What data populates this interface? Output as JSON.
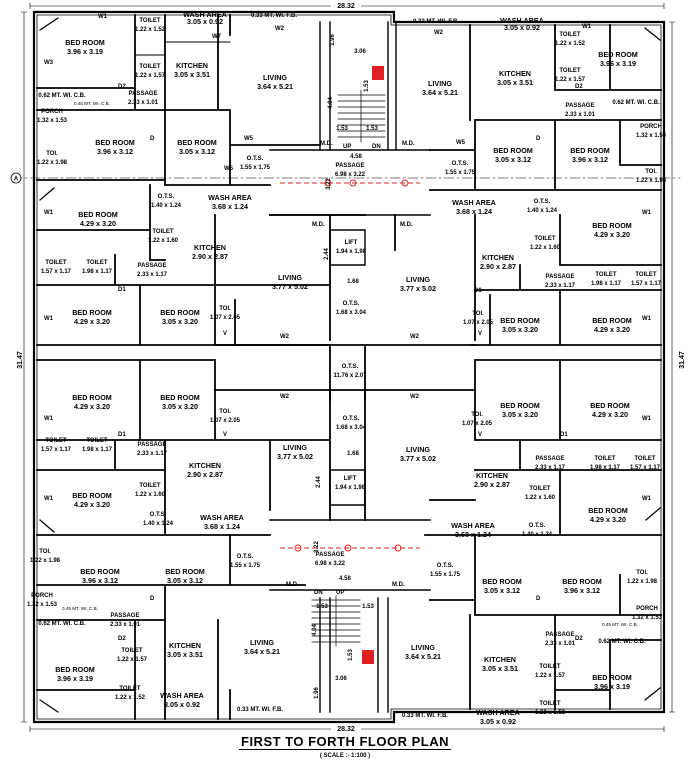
{
  "title": "FIRST TO FORTH  FLOOR PLAN",
  "scale": "( SCALE :- 1:100 )",
  "dims": {
    "width": "28.32",
    "height": "31.47",
    "lift_core_w": "3.06",
    "lift_core_h": "1.96",
    "stair_w": "4.58",
    "stair_h": "3.22",
    "stair_side": "4.04",
    "core_left": "1.53",
    "core_right": "1.53",
    "core_mid": "1.53",
    "lift_gap": "2.44",
    "ots_gap": "1.68",
    "grid_a": "A"
  },
  "marks": {
    "up": "UP",
    "dn": "DN",
    "md": "M.D.",
    "w": "W",
    "w1": "W1",
    "w2": "W2",
    "w3": "W3",
    "w5": "W5",
    "w7": "W7",
    "d": "D",
    "d1": "D1",
    "d2": "D2",
    "v": "V"
  },
  "rooms": [
    {
      "id": "q1-bed1",
      "name": "BED ROOM",
      "dim": "3.96 x 3.19"
    },
    {
      "id": "q1-toilet1",
      "name": "TOILET",
      "dim": "1.22 x 1.52"
    },
    {
      "id": "q1-toilet2",
      "name": "TOILET",
      "dim": "1.22 x 1.57"
    },
    {
      "id": "q1-wash",
      "name": "WASH AREA",
      "dim": "3.05 x 0.92"
    },
    {
      "id": "q1-fb",
      "name": "0.33 MT. WI. F.B.",
      "dim": ""
    },
    {
      "id": "q1-kitchen",
      "name": "KITCHEN",
      "dim": "3.05 x 3.51"
    },
    {
      "id": "q1-living",
      "name": "LIVING",
      "dim": "3.64 x 5.21"
    },
    {
      "id": "q1-passage",
      "name": "PASSAGE",
      "dim": "2.33 x 1.01"
    },
    {
      "id": "q1-cb",
      "name": "0.62 MT. WI. C.B.",
      "dim": ""
    },
    {
      "id": "q1-cb2",
      "name": "0.45 MT. WI. C.B.",
      "dim": ""
    },
    {
      "id": "q1-porch",
      "name": "PORCH",
      "dim": "1.32 x 1.53"
    },
    {
      "id": "q1-bed2",
      "name": "BED ROOM",
      "dim": "3.96 x 3.12"
    },
    {
      "id": "q1-bed3",
      "name": "BED ROOM",
      "dim": "3.05 x 3.12"
    },
    {
      "id": "q1-toi",
      "name": "TOI.",
      "dim": "1.22 x 1.98"
    },
    {
      "id": "q1-ots",
      "name": "O.T.S.",
      "dim": "1.55 x 1.75"
    },
    {
      "id": "core-passage-top",
      "name": "PASSAGE",
      "dim": "6.98 x 3.22"
    },
    {
      "id": "q2-bed1",
      "name": "BED ROOM",
      "dim": "3.96 x 3.19"
    },
    {
      "id": "q2-toilet1",
      "name": "TOILET",
      "dim": "1.22 x 1.52"
    },
    {
      "id": "q2-toilet2",
      "name": "TOILET",
      "dim": "1.22 x 1.57"
    },
    {
      "id": "q2-wash",
      "name": "WASH AREA",
      "dim": "3.05 x 0.92"
    },
    {
      "id": "q2-fb",
      "name": "0.33 MT. WI. F.B.",
      "dim": ""
    },
    {
      "id": "q2-kitchen",
      "name": "KITCHEN",
      "dim": "3.05 x 3.51"
    },
    {
      "id": "q2-living",
      "name": "LIVING",
      "dim": "3.64 x 5.21"
    },
    {
      "id": "q2-passage",
      "name": "PASSAGE",
      "dim": "2.33 x 1.01"
    },
    {
      "id": "q2-cb",
      "name": "0.62 MT. WI. C.B.",
      "dim": ""
    },
    {
      "id": "q2-porch",
      "name": "PORCH",
      "dim": "1.32 x 1.53"
    },
    {
      "id": "q2-bed2",
      "name": "BED ROOM",
      "dim": "3.05 x 3.12"
    },
    {
      "id": "q2-bed3",
      "name": "BED ROOM",
      "dim": "3.96 x 3.12"
    },
    {
      "id": "q2-toi",
      "name": "TOI.",
      "dim": "1.22 x 1.98"
    },
    {
      "id": "q2-ots",
      "name": "O.T.S.",
      "dim": "1.55 x 1.75"
    },
    {
      "id": "q3-bed1",
      "name": "BED ROOM",
      "dim": "4.29 x 3.20"
    },
    {
      "id": "q3-ots",
      "name": "O.T.S.",
      "dim": "1.40 x 1.24"
    },
    {
      "id": "q3-wash",
      "name": "WASH AREA",
      "dim": "3.68 x 1.24"
    },
    {
      "id": "q3-toilet1",
      "name": "TOILET",
      "dim": "1.22 x 1.60"
    },
    {
      "id": "q3-kitchen",
      "name": "KITCHEN",
      "dim": "2.90 x 2.87"
    },
    {
      "id": "q3-toilet2",
      "name": "TOILET",
      "dim": "1.57 x 1.17"
    },
    {
      "id": "q3-toilet3",
      "name": "TOILET",
      "dim": "1.98 x 1.17"
    },
    {
      "id": "q3-passage",
      "name": "PASSAGE",
      "dim": "2.33 x 1.17"
    },
    {
      "id": "q3-living",
      "name": "LIVING",
      "dim": "3.77 x 5.02"
    },
    {
      "id": "q3-bed2",
      "name": "BED ROOM",
      "dim": "4.29 x 3.20"
    },
    {
      "id": "q3-bed3",
      "name": "BED ROOM",
      "dim": "3.05 x 3.20"
    },
    {
      "id": "q3-toi",
      "name": "TOI.",
      "dim": "1.07 x 2.05"
    },
    {
      "id": "lift-top",
      "name": "LIFT",
      "dim": "1.94 x 1.98"
    },
    {
      "id": "ots-top",
      "name": "O.T.S.",
      "dim": "1.68 x 3.04"
    },
    {
      "id": "q4-wash",
      "name": "WASH AREA",
      "dim": "3.68 x 1.24"
    },
    {
      "id": "q4-ots",
      "name": "O.T.S.",
      "dim": "1.40 x 1.24"
    },
    {
      "id": "q4-bed1",
      "name": "BED ROOM",
      "dim": "4.29 x 3.20"
    },
    {
      "id": "q4-kitchen",
      "name": "KITCHEN",
      "dim": "2.90 x 2.87"
    },
    {
      "id": "q4-toilet1",
      "name": "TOILET",
      "dim": "1.22 x 1.60"
    },
    {
      "id": "q4-passage",
      "name": "PASSAGE",
      "dim": "2.33 x 1.17"
    },
    {
      "id": "q4-toilet2",
      "name": "TOILET",
      "dim": "1.98 x 1.17"
    },
    {
      "id": "q4-toilet3",
      "name": "TOILET",
      "dim": "1.57 x 1.17"
    },
    {
      "id": "q4-living",
      "name": "LIVING",
      "dim": "3.77 x 5.02"
    },
    {
      "id": "q4-toi",
      "name": "TOI.",
      "dim": "1.07 x 2.05"
    },
    {
      "id": "q4-bed2",
      "name": "BED ROOM",
      "dim": "3.05 x 3.20"
    },
    {
      "id": "q4-bed3",
      "name": "BED ROOM",
      "dim": "4.29 x 3.20"
    },
    {
      "id": "ots-center",
      "name": "O.T.S.",
      "dim": "11.76 x 2.07"
    },
    {
      "id": "q5-bed1",
      "name": "BED ROOM",
      "dim": "4.29 x 3.20"
    },
    {
      "id": "q5-bed2",
      "name": "BED ROOM",
      "dim": "3.05 x 3.20"
    },
    {
      "id": "q5-toi",
      "name": "TOI.",
      "dim": "1.07 x 2.05"
    },
    {
      "id": "q5-toilet1",
      "name": "TOILET",
      "dim": "1.57 x 1.17"
    },
    {
      "id": "q5-toilet2",
      "name": "TOILET",
      "dim": "1.98 x 1.17"
    },
    {
      "id": "q5-passage",
      "name": "PASSAGE",
      "dim": "2.33 x 1.17"
    },
    {
      "id": "q5-living",
      "name": "LIVING",
      "dim": "3.77 x 5.02"
    },
    {
      "id": "q5-kitchen",
      "name": "KITCHEN",
      "dim": "2.90 x 2.87"
    },
    {
      "id": "q5-toilet3",
      "name": "TOILET",
      "dim": "1.22 x 1.60"
    },
    {
      "id": "q5-bed3",
      "name": "BED ROOM",
      "dim": "4.29 x 3.20"
    },
    {
      "id": "q5-ots",
      "name": "O.T.S.",
      "dim": "1.40 x 1.24"
    },
    {
      "id": "q5-wash",
      "name": "WASH AREA",
      "dim": "3.68 x 1.24"
    },
    {
      "id": "ots-bot",
      "name": "O.T.S.",
      "dim": "1.68 x 3.04"
    },
    {
      "id": "lift-bot",
      "name": "LIFT",
      "dim": "1.94 x 1.98"
    },
    {
      "id": "q6-bed1",
      "name": "BED ROOM",
      "dim": "3.05 x 3.20"
    },
    {
      "id": "q6-bed2",
      "name": "BED ROOM",
      "dim": "4.29 x 3.20"
    },
    {
      "id": "q6-toi",
      "name": "TOI.",
      "dim": "1.07 x 2.05"
    },
    {
      "id": "q6-living",
      "name": "LIVING",
      "dim": "3.77 x 5.02"
    },
    {
      "id": "q6-passage",
      "name": "PASSAGE",
      "dim": "2.33 x 1.17"
    },
    {
      "id": "q6-toilet1",
      "name": "TOILET",
      "dim": "1.98 x 1.17"
    },
    {
      "id": "q6-toilet2",
      "name": "TOILET",
      "dim": "1.57 x 1.17"
    },
    {
      "id": "q6-kitchen",
      "name": "KITCHEN",
      "dim": "2.90 x 2.87"
    },
    {
      "id": "q6-toilet3",
      "name": "TOILET",
      "dim": "1.22 x 1.60"
    },
    {
      "id": "q6-bed3",
      "name": "BED ROOM",
      "dim": "4.29 x 3.20"
    },
    {
      "id": "q6-wash",
      "name": "WASH AREA",
      "dim": "3.68 x 1.24"
    },
    {
      "id": "q6-ots",
      "name": "O.T.S.",
      "dim": "1.40 x 1.24"
    },
    {
      "id": "q7-toi",
      "name": "TOI.",
      "dim": "1.22 x 1.98"
    },
    {
      "id": "q7-bed1",
      "name": "BED ROOM",
      "dim": "3.96 x 3.12"
    },
    {
      "id": "q7-bed2",
      "name": "BED ROOM",
      "dim": "3.05 x 3.12"
    },
    {
      "id": "q7-ots",
      "name": "O.T.S.",
      "dim": "1.55 x 1.75"
    },
    {
      "id": "q7-porch",
      "name": "PORCH",
      "dim": "1.32 x 1.53"
    },
    {
      "id": "q7-cb2",
      "name": "0.45 MT. WI. C.B.",
      "dim": ""
    },
    {
      "id": "q7-cb",
      "name": "0.62 MT. WI. C.B.",
      "dim": ""
    },
    {
      "id": "q7-passage",
      "name": "PASSAGE",
      "dim": "2.33 x 1.01"
    },
    {
      "id": "q7-kitchen",
      "name": "KITCHEN",
      "dim": "3.05 x 3.51"
    },
    {
      "id": "q7-toilet1",
      "name": "TOILET",
      "dim": "1.22 x 1.57"
    },
    {
      "id": "q7-living",
      "name": "LIVING",
      "dim": "3.64 x 5.21"
    },
    {
      "id": "q7-bed3",
      "name": "BED ROOM",
      "dim": "3.96 x 3.19"
    },
    {
      "id": "q7-toilet2",
      "name": "TOILET",
      "dim": "1.22 x 1.52"
    },
    {
      "id": "q7-wash",
      "name": "WASH AREA",
      "dim": "3.05 x 0.92"
    },
    {
      "id": "q7-fb",
      "name": "0.33 MT. WI. F.B.",
      "dim": ""
    },
    {
      "id": "core-passage-bot",
      "name": "PASSAGE",
      "dim": "6.98 x 3.22"
    },
    {
      "id": "q8-ots",
      "name": "O.T.S.",
      "dim": "1.55 x 1.75"
    },
    {
      "id": "q8-bed1",
      "name": "BED ROOM",
      "dim": "3.05 x 3.12"
    },
    {
      "id": "q8-bed2",
      "name": "BED ROOM",
      "dim": "3.96 x 3.12"
    },
    {
      "id": "q8-toi",
      "name": "TOI.",
      "dim": "1.22 x 1.98"
    },
    {
      "id": "q8-porch",
      "name": "PORCH",
      "dim": "1.32 x 1.53"
    },
    {
      "id": "q8-cb2",
      "name": "0.45 MT. WI. C.B.",
      "dim": ""
    },
    {
      "id": "q8-passage",
      "name": "PASSAGE",
      "dim": "2.33 x 1.01"
    },
    {
      "id": "q8-cb",
      "name": "0.62 MT. WI. C.B.",
      "dim": ""
    },
    {
      "id": "q8-living",
      "name": "LIVING",
      "dim": "3.64 x 5.21"
    },
    {
      "id": "q8-kitchen",
      "name": "KITCHEN",
      "dim": "3.05 x 3.51"
    },
    {
      "id": "q8-toilet1",
      "name": "TOILET",
      "dim": "1.22 x 1.57"
    },
    {
      "id": "q8-bed3",
      "name": "BED ROOM",
      "dim": "3.96 x 3.19"
    },
    {
      "id": "q8-toilet2",
      "name": "TOILET",
      "dim": "1.22 x 1.52"
    },
    {
      "id": "q8-fb",
      "name": "0.33 MT. WI. F.B.",
      "dim": ""
    },
    {
      "id": "q8-wash",
      "name": "WASH AREA",
      "dim": "3.05 x 0.92"
    }
  ],
  "colors": {
    "ink": "#000000",
    "accent": "#e02020"
  }
}
